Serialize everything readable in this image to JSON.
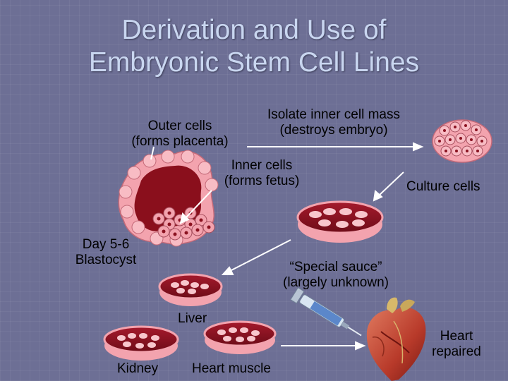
{
  "title": {
    "line1": "Derivation and Use of",
    "line2": "Embryonic Stem Cell Lines"
  },
  "labels": {
    "isolate_line1": "Isolate inner cell mass",
    "isolate_line2": "(destroys embryo)",
    "outer_line1": "Outer cells",
    "outer_line2": "(forms placenta)",
    "inner_line1": "Inner cells",
    "inner_line2": "(forms fetus)",
    "culture": "Culture cells",
    "blastocyst_line1": "Day 5-6",
    "blastocyst_line2": "Blastocyst",
    "sauce_line1": "“Special sauce”",
    "sauce_line2": "(largely unknown)",
    "liver": "Liver",
    "heart_line1": "Heart",
    "heart_line2": "repaired",
    "kidney": "Kidney",
    "heart_muscle": "Heart muscle"
  },
  "colors": {
    "cell_pink": "#f3a3ae",
    "dish_red": "#8b1220",
    "blastocyst_cavity": "#8a0f1c"
  },
  "icons": [
    "syringe-icon",
    "heart-icon"
  ]
}
